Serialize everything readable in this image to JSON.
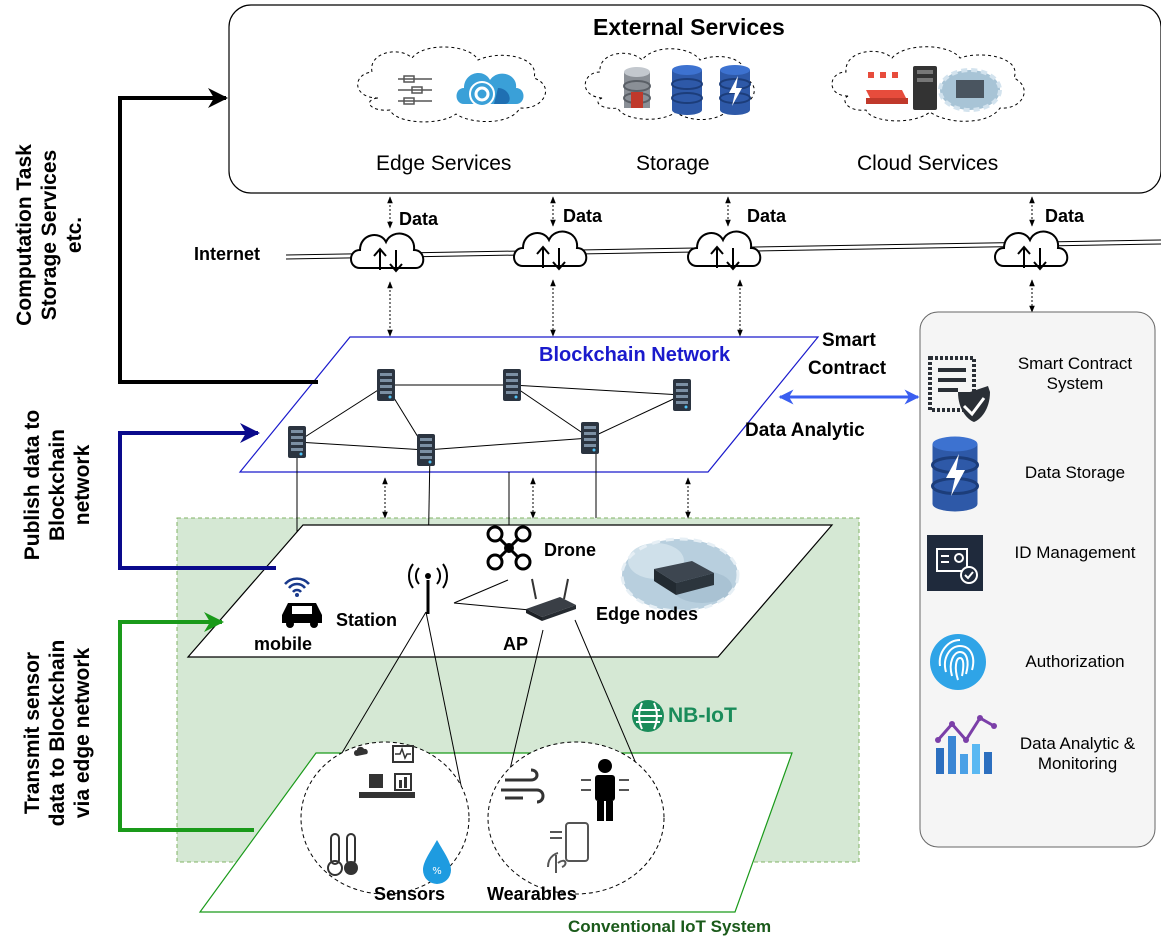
{
  "external": {
    "title": "External Services",
    "edge": "Edge Services",
    "storage": "Storage",
    "cloud": "Cloud Services"
  },
  "internet": {
    "label": "Internet",
    "data": [
      "Data",
      "Data",
      "Data",
      "Data"
    ]
  },
  "blockchain": {
    "title": "Blockchain Network",
    "smart_contract": [
      "Smart",
      "Contract"
    ],
    "data_analytic": "Data Analytic"
  },
  "edge_layer": {
    "mobile": "mobile",
    "station": "Station",
    "drone": "Drone",
    "ap": "AP",
    "edge_nodes": "Edge nodes"
  },
  "iot": {
    "nbiot": "NB-IoT",
    "sensors": "Sensors",
    "wearables": "Wearables",
    "system_label": "Conventional IoT System"
  },
  "side_labels": {
    "computation": [
      "Computation Task",
      "Storage Services",
      "etc."
    ],
    "publish": [
      "Publish data to",
      "Blockchain",
      "network"
    ],
    "transmit": [
      "Transmit sensor",
      "data to Blockchain",
      "via edge network"
    ]
  },
  "panel": {
    "items": [
      {
        "label": "Smart Contract System",
        "icon": "smart-contract-icon"
      },
      {
        "label": "Data Storage",
        "icon": "data-storage-icon"
      },
      {
        "label": "ID Management",
        "icon": "id-management-icon"
      },
      {
        "label": "Authorization",
        "icon": "fingerprint-icon"
      },
      {
        "label": "Data Analytic & Monitoring",
        "icon": "analytics-chart-icon"
      }
    ]
  },
  "colors": {
    "blockchain_blue": "#1a1acc",
    "arrow_navy": "#0a0a8c",
    "arrow_green": "#1a9a1a",
    "iot_bg": "#d5e8d4",
    "iot_border": "#82b366",
    "accent_blue": "#3a5ef0"
  }
}
